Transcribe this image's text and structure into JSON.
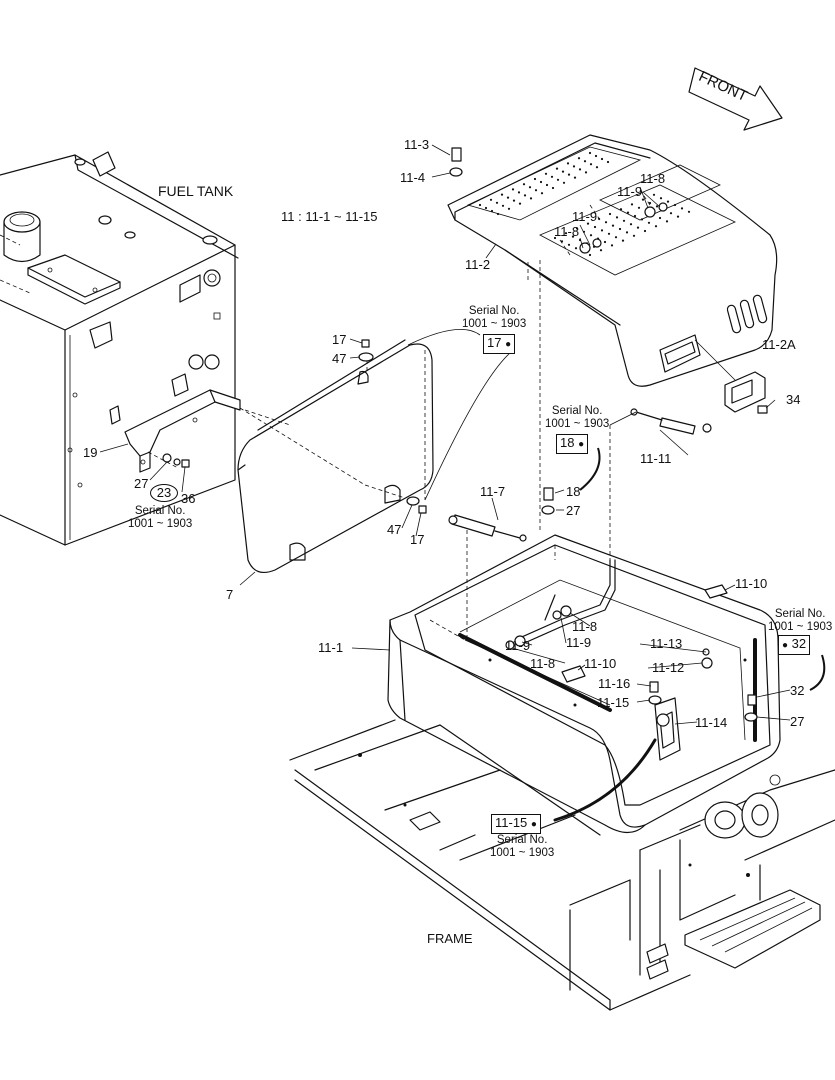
{
  "labels": {
    "front": "FRONT",
    "fuel_tank": "FUEL TANK",
    "frame": "FRAME",
    "group_note": "11 : 11-1 ~ 11-15",
    "serial_title": "Serial No.",
    "serial_range": "1001 ~ 1903"
  },
  "callouts": {
    "p11_3": "11-3",
    "p11_4": "11-4",
    "p11_2": "11-2",
    "p11_8": "11-8",
    "p11_9": "11-9",
    "p11_2a": "11-2A",
    "p34": "34",
    "p11_11": "11-11",
    "p17": "17",
    "p47": "47",
    "p19": "19",
    "p27": "27",
    "p23": "23",
    "p36": "36",
    "p7": "7",
    "p18": "18",
    "p11_7": "11-7",
    "p11_10": "11-10",
    "p32": "32",
    "p11_1": "11-1",
    "p11_13": "11-13",
    "p11_12": "11-12",
    "p11_16": "11-16",
    "p11_15": "11-15",
    "p11_14": "11-14"
  }
}
